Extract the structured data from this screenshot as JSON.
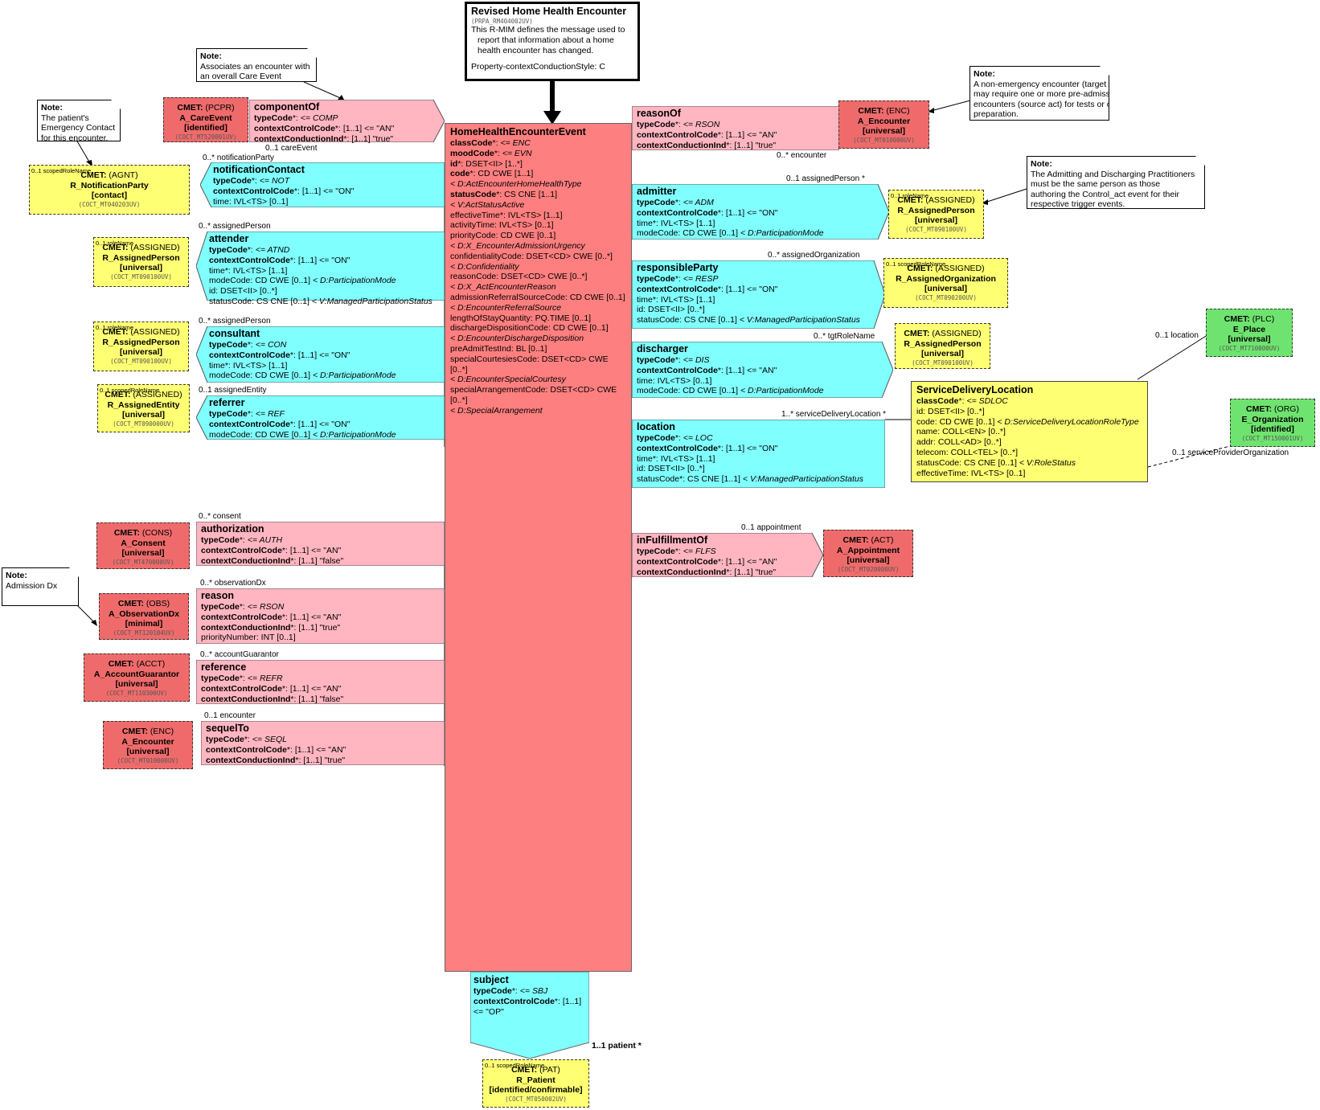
{
  "header": {
    "title": "Revised Home Health Encounter",
    "id": "(PRPA_RM404002UV)",
    "desc": [
      "This R-MIM defines the message used to",
      "report that information about a home",
      "health encounter has changed."
    ],
    "style": "Property-contextConductionStyle: C"
  },
  "main": {
    "name": "HomeHealthEncounterEvent",
    "attrs": [
      {
        "b": "classCode",
        "t": "*: ",
        "i": "<= ENC"
      },
      {
        "b": "moodCode",
        "t": "*: ",
        "i": "<= EVN"
      },
      {
        "b": "id",
        "t": "*: DSET<II> [1..*]"
      },
      {
        "b": "code",
        "t": "*: CD CWE [1..1]"
      },
      {
        "i": "  < D:ActEncounterHomeHealthType"
      },
      {
        "b": "statusCode",
        "t": "*: CS CNE [1..1]"
      },
      {
        "i": "  < V:ActStatusActive"
      },
      {
        "t": "effectiveTime*: IVL<TS> [1..1]"
      },
      {
        "t": "activityTime: IVL<TS> [0..1]"
      },
      {
        "t": "priorityCode: CD CWE [0..1]"
      },
      {
        "i": "  < D:X_EncounterAdmissionUrgency"
      },
      {
        "t": "confidentialityCode: DSET<CD> CWE [0..*]"
      },
      {
        "i": "  < D:Confidentiality"
      },
      {
        "t": "reasonCode: DSET<CD> CWE [0..*]"
      },
      {
        "i": "  < D:X_ActEncounterReason"
      },
      {
        "t": "admissionReferralSourceCode: CD CWE [0..1]"
      },
      {
        "i": "  < D:EncounterReferralSource"
      },
      {
        "t": "lengthOfStayQuantity: PQ.TIME [0..1]"
      },
      {
        "t": "dischargeDispositionCode: CD CWE [0..1]"
      },
      {
        "i": "  < D:EncounterDischargeDisposition"
      },
      {
        "t": "preAdmitTestInd: BL [0..1]"
      },
      {
        "t": "specialCourtesiesCode: DSET<CD> CWE"
      },
      {
        "t": "[0..*]"
      },
      {
        "i": "  < D:EncounterSpecialCourtesy"
      },
      {
        "t": "specialArrangementCode: DSET<CD> CWE"
      },
      {
        "t": "[0..*]"
      },
      {
        "i": "  < D:SpecialArrangement"
      }
    ]
  },
  "left": [
    {
      "name": "componentOf",
      "lines": [
        {
          "b": "typeCode",
          "t": "*: ",
          "i": "<= COMP"
        },
        {
          "b": "contextControlCode",
          "t": "*: [1..1] <= \"AN\""
        },
        {
          "b": "contextConductionInd",
          "t": "*: [1..1] \"true\""
        }
      ],
      "label": "0..1 careEvent"
    },
    {
      "name": "notificationContact",
      "lines": [
        {
          "b": "typeCode",
          "t": "*: ",
          "i": "<= NOT"
        },
        {
          "b": "contextControlCode",
          "t": "*: [1..1] <= \"ON\""
        },
        {
          "t": "time: IVL<TS> [0..1]"
        }
      ],
      "label": "0..* notificationParty"
    },
    {
      "name": "attender",
      "lines": [
        {
          "b": "typeCode",
          "t": "*: ",
          "i": "<= ATND"
        },
        {
          "b": "contextControlCode",
          "t": "*: [1..1] <= \"ON\""
        },
        {
          "t": "time*: IVL<TS> [1..1]"
        },
        {
          "t": "modeCode: CD CWE [0..1] ",
          "i": "< D:ParticipationMode"
        },
        {
          "t": "id: DSET<II> [0..*]"
        },
        {
          "t": "statusCode: CS CNE [0..1] ",
          "i": "< V:ManagedParticipationStatus"
        }
      ],
      "label": "0..* assignedPerson"
    },
    {
      "name": "consultant",
      "lines": [
        {
          "b": "typeCode",
          "t": "*: ",
          "i": "<= CON"
        },
        {
          "b": "contextControlCode",
          "t": "*: [1..1] <= \"ON\""
        },
        {
          "t": "time*: IVL<TS> [1..1]"
        },
        {
          "t": "modeCode: CD CWE [0..1] ",
          "i": "< D:ParticipationMode"
        }
      ],
      "label": "0..* assignedPerson"
    },
    {
      "name": "referrer",
      "lines": [
        {
          "b": "typeCode",
          "t": "*: ",
          "i": "<= REF"
        },
        {
          "b": "contextControlCode",
          "t": "*: [1..1] <= \"ON\""
        },
        {
          "t": "modeCode: CD CWE [0..1] ",
          "i": "< D:ParticipationMode"
        }
      ],
      "label": "0..1 assignedEntity"
    },
    {
      "name": "authorization",
      "lines": [
        {
          "b": "typeCode",
          "t": "*: ",
          "i": "<= AUTH"
        },
        {
          "b": "contextControlCode",
          "t": "*: [1..1] <= \"AN\""
        },
        {
          "b": "contextConductionInd",
          "t": "*: [1..1] \"false\""
        }
      ],
      "label": "0..* consent"
    },
    {
      "name": "reason",
      "lines": [
        {
          "b": "typeCode",
          "t": "*: ",
          "i": "<= RSON"
        },
        {
          "b": "contextControlCode",
          "t": "*: [1..1] <= \"AN\""
        },
        {
          "b": "contextConductionInd",
          "t": "*: [1..1] \"true\""
        },
        {
          "t": "priorityNumber: INT [0..1]"
        }
      ],
      "label": "0..* observationDx"
    },
    {
      "name": "reference",
      "lines": [
        {
          "b": "typeCode",
          "t": "*: ",
          "i": "<= REFR"
        },
        {
          "b": "contextControlCode",
          "t": "*: [1..1] <= \"AN\""
        },
        {
          "b": "contextConductionInd",
          "t": "*: [1..1] \"false\""
        }
      ],
      "label": "0..* accountGuarantor"
    },
    {
      "name": "sequelTo",
      "lines": [
        {
          "b": "typeCode",
          "t": "*: ",
          "i": "<= SEQL"
        },
        {
          "b": "contextControlCode",
          "t": "*: [1..1] <= \"AN\""
        },
        {
          "b": "contextConductionInd",
          "t": "*: [1..1] \"true\""
        }
      ],
      "label": "0..1 encounter"
    }
  ],
  "right": [
    {
      "name": "reasonOf",
      "lines": [
        {
          "b": "typeCode",
          "t": "*: ",
          "i": "<= RSON"
        },
        {
          "b": "contextControlCode",
          "t": "*: [1..1] <= \"AN\""
        },
        {
          "b": "contextConductionInd",
          "t": "*: [1..1] \"true\""
        }
      ],
      "label": "0..* encounter"
    },
    {
      "name": "admitter",
      "lines": [
        {
          "b": "typeCode",
          "t": "*: ",
          "i": "<= ADM"
        },
        {
          "b": "contextControlCode",
          "t": "*: [1..1] <= \"ON\""
        },
        {
          "t": "time*: IVL<TS> [1..1]"
        },
        {
          "t": "modeCode: CD CWE [0..1] ",
          "i": "< D:ParticipationMode"
        }
      ],
      "label": "0..1 assignedPerson  *"
    },
    {
      "name": "responsibleParty",
      "lines": [
        {
          "b": "typeCode",
          "t": "*: ",
          "i": "<= RESP"
        },
        {
          "b": "contextControlCode",
          "t": "*: [1..1] <= \"ON\""
        },
        {
          "t": "time*: IVL<TS> [1..1]"
        },
        {
          "t": "id: DSET<II> [0..*]"
        },
        {
          "t": "statusCode: CS CNE [0..1] ",
          "i": "< V:ManagedParticipationStatus"
        }
      ],
      "label": "0..* assignedOrganization"
    },
    {
      "name": "discharger",
      "lines": [
        {
          "b": "typeCode",
          "t": "*: ",
          "i": "<= DIS"
        },
        {
          "b": "contextControlCode",
          "t": "*: [1..1] <= \"AN\""
        },
        {
          "t": "time: IVL<TS> [0..1]"
        },
        {
          "t": "modeCode: CD CWE [0..1] ",
          "i": "< D:ParticipationMode"
        }
      ],
      "label": "0..* tgtRoleName"
    },
    {
      "name": "location",
      "lines": [
        {
          "b": "typeCode",
          "t": "*: ",
          "i": "<= LOC"
        },
        {
          "b": "contextControlCode",
          "t": "*: [1..1] <= \"ON\""
        },
        {
          "t": "time*: IVL<TS> [1..1]"
        },
        {
          "t": "id: DSET<II> [0..*]"
        },
        {
          "t": "statusCode*: CS CNE [1..1] ",
          "i": "< V:ManagedParticipationStatus"
        }
      ],
      "label": "1..* serviceDeliveryLocation  *"
    },
    {
      "name": "inFulfillmentOf",
      "lines": [
        {
          "b": "typeCode",
          "t": "*: ",
          "i": "<= FLFS"
        },
        {
          "b": "contextControlCode",
          "t": "*: [1..1] <= \"AN\""
        },
        {
          "b": "contextConductionInd",
          "t": "*: [1..1] \"true\""
        }
      ],
      "label": "0..1 appointment"
    }
  ],
  "subject": {
    "name": "subject",
    "lines": [
      {
        "b": "typeCode",
        "t": "*: ",
        "i": "<= SBJ"
      },
      {
        "b": "contextControlCode",
        "t": "*: [1..1]"
      },
      {
        "t": "  <= \"OP\""
      }
    ],
    "label": "1..1 patient  *"
  },
  "sdl": {
    "name": "ServiceDeliveryLocation",
    "lines": [
      {
        "b": "classCode",
        "t": "*: ",
        "i": "<= SDLOC"
      },
      {
        "t": "id: DSET<II> [0..*]"
      },
      {
        "t": "code: CD CWE [0..1] ",
        "i": "< D:ServiceDeliveryLocationRoleType"
      },
      {
        "t": "name: COLL<EN> [0..*]"
      },
      {
        "t": "addr: COLL<AD> [0..*]"
      },
      {
        "t": "telecom: COLL<TEL> [0..*]"
      },
      {
        "t": "statusCode: CS CNE [0..1] ",
        "i": "< V:RoleStatus"
      },
      {
        "t": "effectiveTime: IVL<TS> [0..1]"
      }
    ],
    "label_location": "0..1 location",
    "label_org": "0..1 serviceProviderOrganization"
  },
  "cmets": [
    {
      "id": "pcpr",
      "l1": "(PCPR)",
      "l2": "A_CareEvent",
      "l3": "[identified]",
      "code": "(COCT_MT520001UV)"
    },
    {
      "id": "agnt",
      "l1": "(AGNT)",
      "l2": "R_NotificationParty",
      "l3": "[contact]",
      "code": "(COCT_MT040203UV)",
      "tag": "0..1 scopedRoleName"
    },
    {
      "id": "asg1",
      "l1": "(ASSIGNED)",
      "l2": "R_AssignedPerson",
      "l3": "[universal]",
      "code": "(COCT_MT090100UV)",
      "tag": "0..1 roleName"
    },
    {
      "id": "asg2",
      "l1": "(ASSIGNED)",
      "l2": "R_AssignedPerson",
      "l3": "[universal]",
      "code": "(COCT_MT090100UV)",
      "tag": "0..1 roleName"
    },
    {
      "id": "asge",
      "l1": "(ASSIGNED)",
      "l2": "R_AssignedEntity",
      "l3": "[universal]",
      "code": "(COCT_MT090000UV)",
      "tag": "0..1 scopedRoleName"
    },
    {
      "id": "cons",
      "l1": "(CONS)",
      "l2": "A_Consent",
      "l3": "[universal]",
      "code": "(COCT_MT470000UV)"
    },
    {
      "id": "obs",
      "l1": "(OBS)",
      "l2": "A_ObservationDx",
      "l3": "[minimal]",
      "code": "(COCT_MT120104UV)"
    },
    {
      "id": "acct",
      "l1": "(ACCT)",
      "l2": "A_AccountGuarantor",
      "l3": "[universal]",
      "code": "(COCT_MT110300UV)"
    },
    {
      "id": "enc2",
      "l1": "(ENC)",
      "l2": "A_Encounter",
      "l3": "[universal]",
      "code": "(COCT_MT010000UV)"
    },
    {
      "id": "enc1",
      "l1": "(ENC)",
      "l2": "A_Encounter",
      "l3": "[universal]",
      "code": "(COCT_MT010000UV)"
    },
    {
      "id": "asg3",
      "l1": "(ASSIGNED)",
      "l2": "R_AssignedPerson",
      "l3": "[universal]",
      "code": "(COCT_MT090100UV)",
      "tag": "0..1 roleName"
    },
    {
      "id": "asgo",
      "l1": "(ASSIGNED)",
      "l2": "R_AssignedOrganization",
      "l3": "[universal]",
      "code": "(COCT_MT090200UV)",
      "tag": "0..1 scopedRoleName"
    },
    {
      "id": "asg4",
      "l1": "(ASSIGNED)",
      "l2": "R_AssignedPerson",
      "l3": "[universal]",
      "code": "(COCT_MT090100UV)"
    },
    {
      "id": "plc",
      "l1": "(PLC)",
      "l2": "E_Place",
      "l3": "[universal]",
      "code": "(COCT_MT710000UV)"
    },
    {
      "id": "org",
      "l1": "(ORG)",
      "l2": "E_Organization",
      "l3": "[identified]",
      "code": "(COCT_MT150001UV)"
    },
    {
      "id": "act",
      "l1": "(ACT)",
      "l2": "A_Appointment",
      "l3": "[universal]",
      "code": "(COCT_MT020000UV)"
    },
    {
      "id": "pat",
      "l1": "(PAT)",
      "l2": "R_Patient",
      "l3": "[identified/confirmable]",
      "code": "(COCT_MT050002UV)",
      "tag": "0..1 scopedRoleName"
    }
  ],
  "cmet_prefix": "CMET:",
  "notes": [
    {
      "id": "careevent",
      "title": "Note:",
      "lines": [
        "Associates an encounter with",
        "an overall Care Event"
      ]
    },
    {
      "id": "emergency",
      "title": "Note:",
      "lines": [
        "The patient's",
        "Emergency Contact",
        "for this encounter."
      ]
    },
    {
      "id": "nonemerg",
      "title": "Note:",
      "lines": [
        "A non-emergency encounter (target act)",
        "may require one or more pre-admission",
        "encounters (source act) for tests or other",
        "preparation."
      ]
    },
    {
      "id": "admitting",
      "title": "Note:",
      "lines": [
        "The Admitting and Discharging Practitioners",
        "must be the same person as those",
        "authoring the Control_act event for their",
        "respective trigger events."
      ]
    },
    {
      "id": "admdx",
      "title": "Note:",
      "lines": [
        "Admission Dx"
      ]
    }
  ],
  "colors": {
    "act_class": "#fe7f7f",
    "act_rel": "#ffb6c1",
    "participation": "#80ffff",
    "role": "#ffff73",
    "cmet_act": "#ef6b6b",
    "cmet_entity": "#6fe36f"
  }
}
